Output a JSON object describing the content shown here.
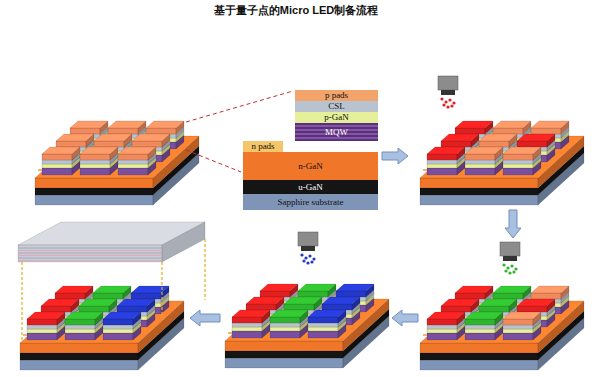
{
  "diagram": {
    "title": "基于量子点的Micro LED制备流程",
    "nodes": [
      {
        "text": [
          "p pads"
        ]
      },
      {
        "text": [
          "CSL"
        ]
      },
      {
        "text": [
          "p-GaN"
        ]
      },
      {
        "text": [
          "MQW"
        ]
      },
      {
        "text": [
          "n pads"
        ]
      },
      {
        "text": [
          "n-GaN"
        ]
      },
      {
        "text": [
          "u-GaN"
        ]
      },
      {
        "text": [
          "Sapphire substrate"
        ]
      }
    ]
  }
}
